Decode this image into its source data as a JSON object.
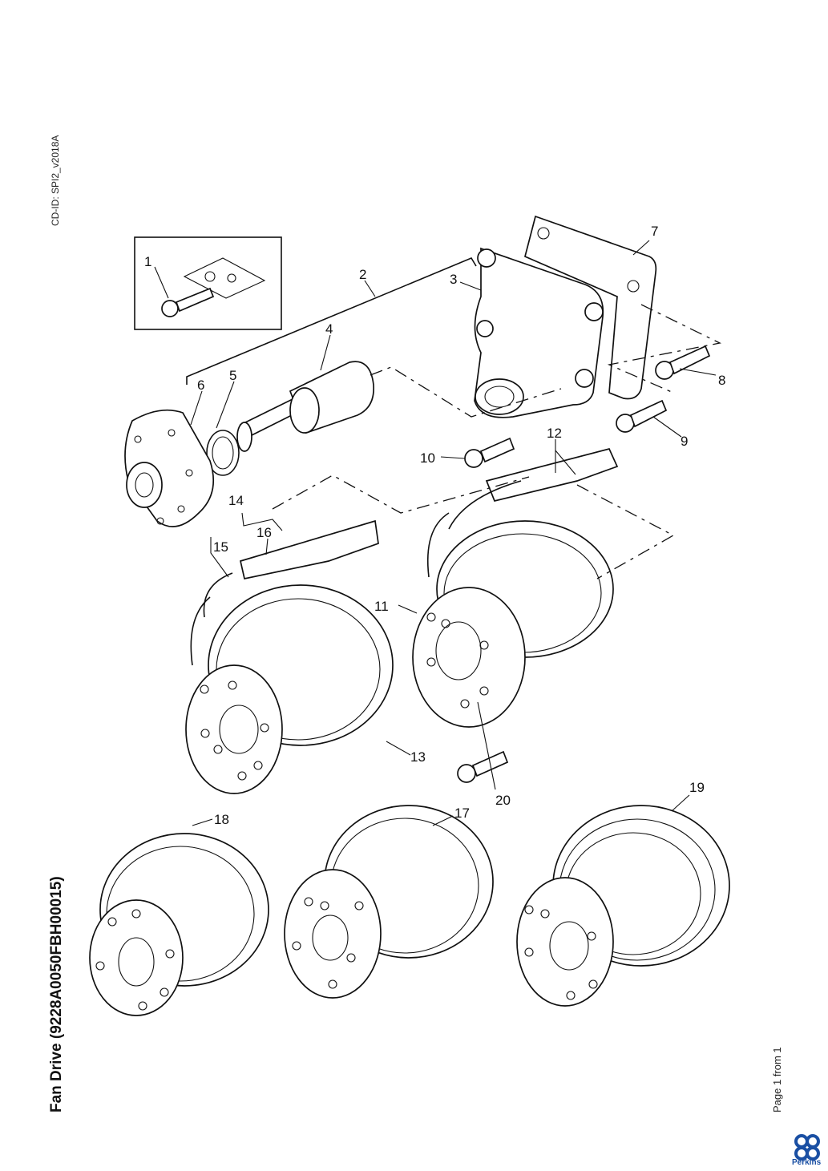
{
  "page": {
    "title": "Fan Drive (9228A0050FBH00015)",
    "cd_id": "CD-ID: SPI2_v2018A",
    "page_info": "Page 1 from 1",
    "brand": "Perkins",
    "brand_color": "#1a4fa3"
  },
  "callouts": [
    "1",
    "2",
    "3",
    "4",
    "5",
    "6",
    "7",
    "8",
    "9",
    "10",
    "11",
    "12",
    "13",
    "14",
    "15",
    "16",
    "17",
    "18",
    "19",
    "20"
  ]
}
